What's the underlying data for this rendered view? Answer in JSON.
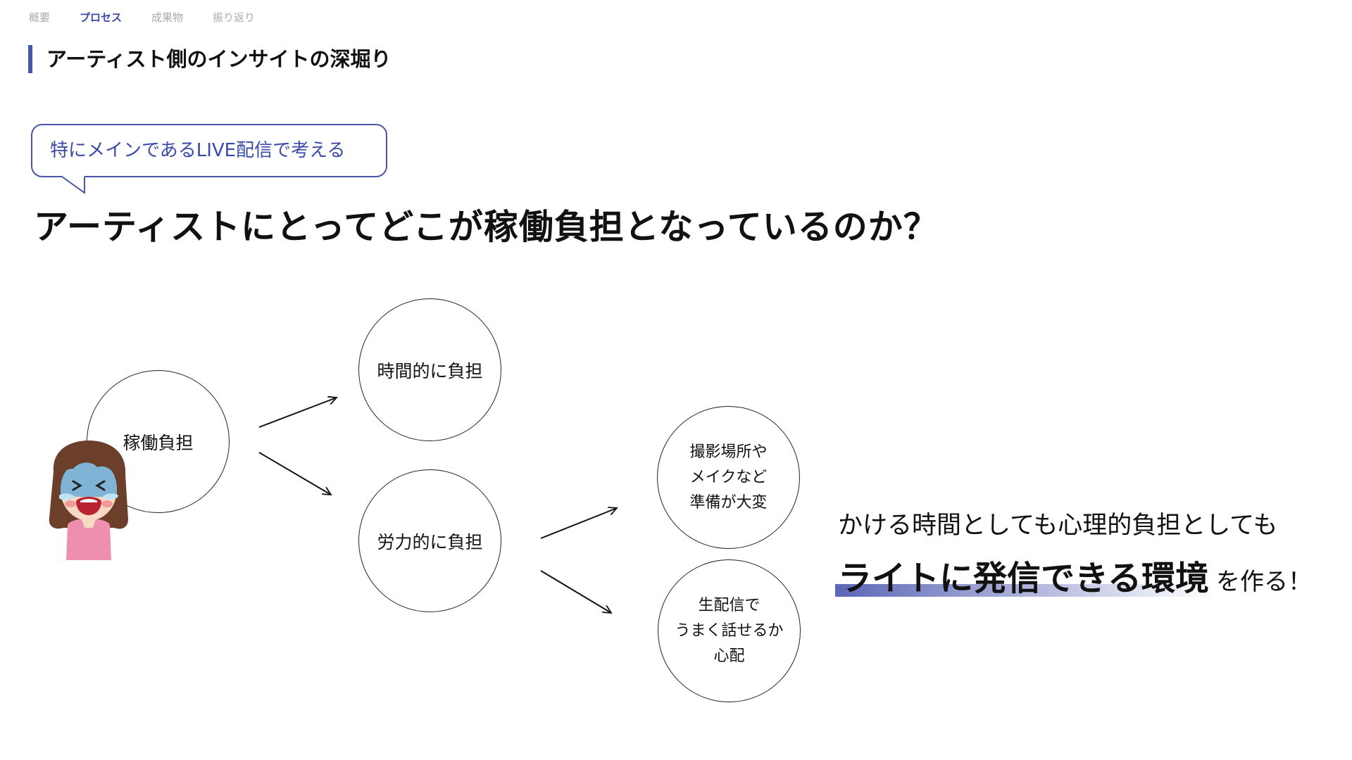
{
  "nav": {
    "tabs": [
      "概要",
      "プロセス",
      "成果物",
      "振り返り"
    ],
    "active_index": 1
  },
  "section_title": "アーティスト側のインサイトの深堀り",
  "bubble_text": "特にメインであるLIVE配信で考える",
  "question": "アーティストにとってどこが稼働負担となっているのか？",
  "diagram": {
    "root": "稼働負担",
    "branch_time": "時間的に負担",
    "branch_effort": "労力的に負担",
    "leaf_prep": "撮影場所や\nメイクなど\n準備が大変",
    "leaf_talk": "生配信で\nうまく話せるか\n心配"
  },
  "conclusion": {
    "line1": "かける時間としても心理的負担としても",
    "highlight": "ライトに発信できる環境",
    "suffix": "を作る！"
  },
  "colors": {
    "accent": "#4a57a8",
    "accent_text": "#3a4aa8",
    "inactive_tab": "#aaaaaa"
  },
  "icons": [
    "crying-woman-illustration"
  ]
}
